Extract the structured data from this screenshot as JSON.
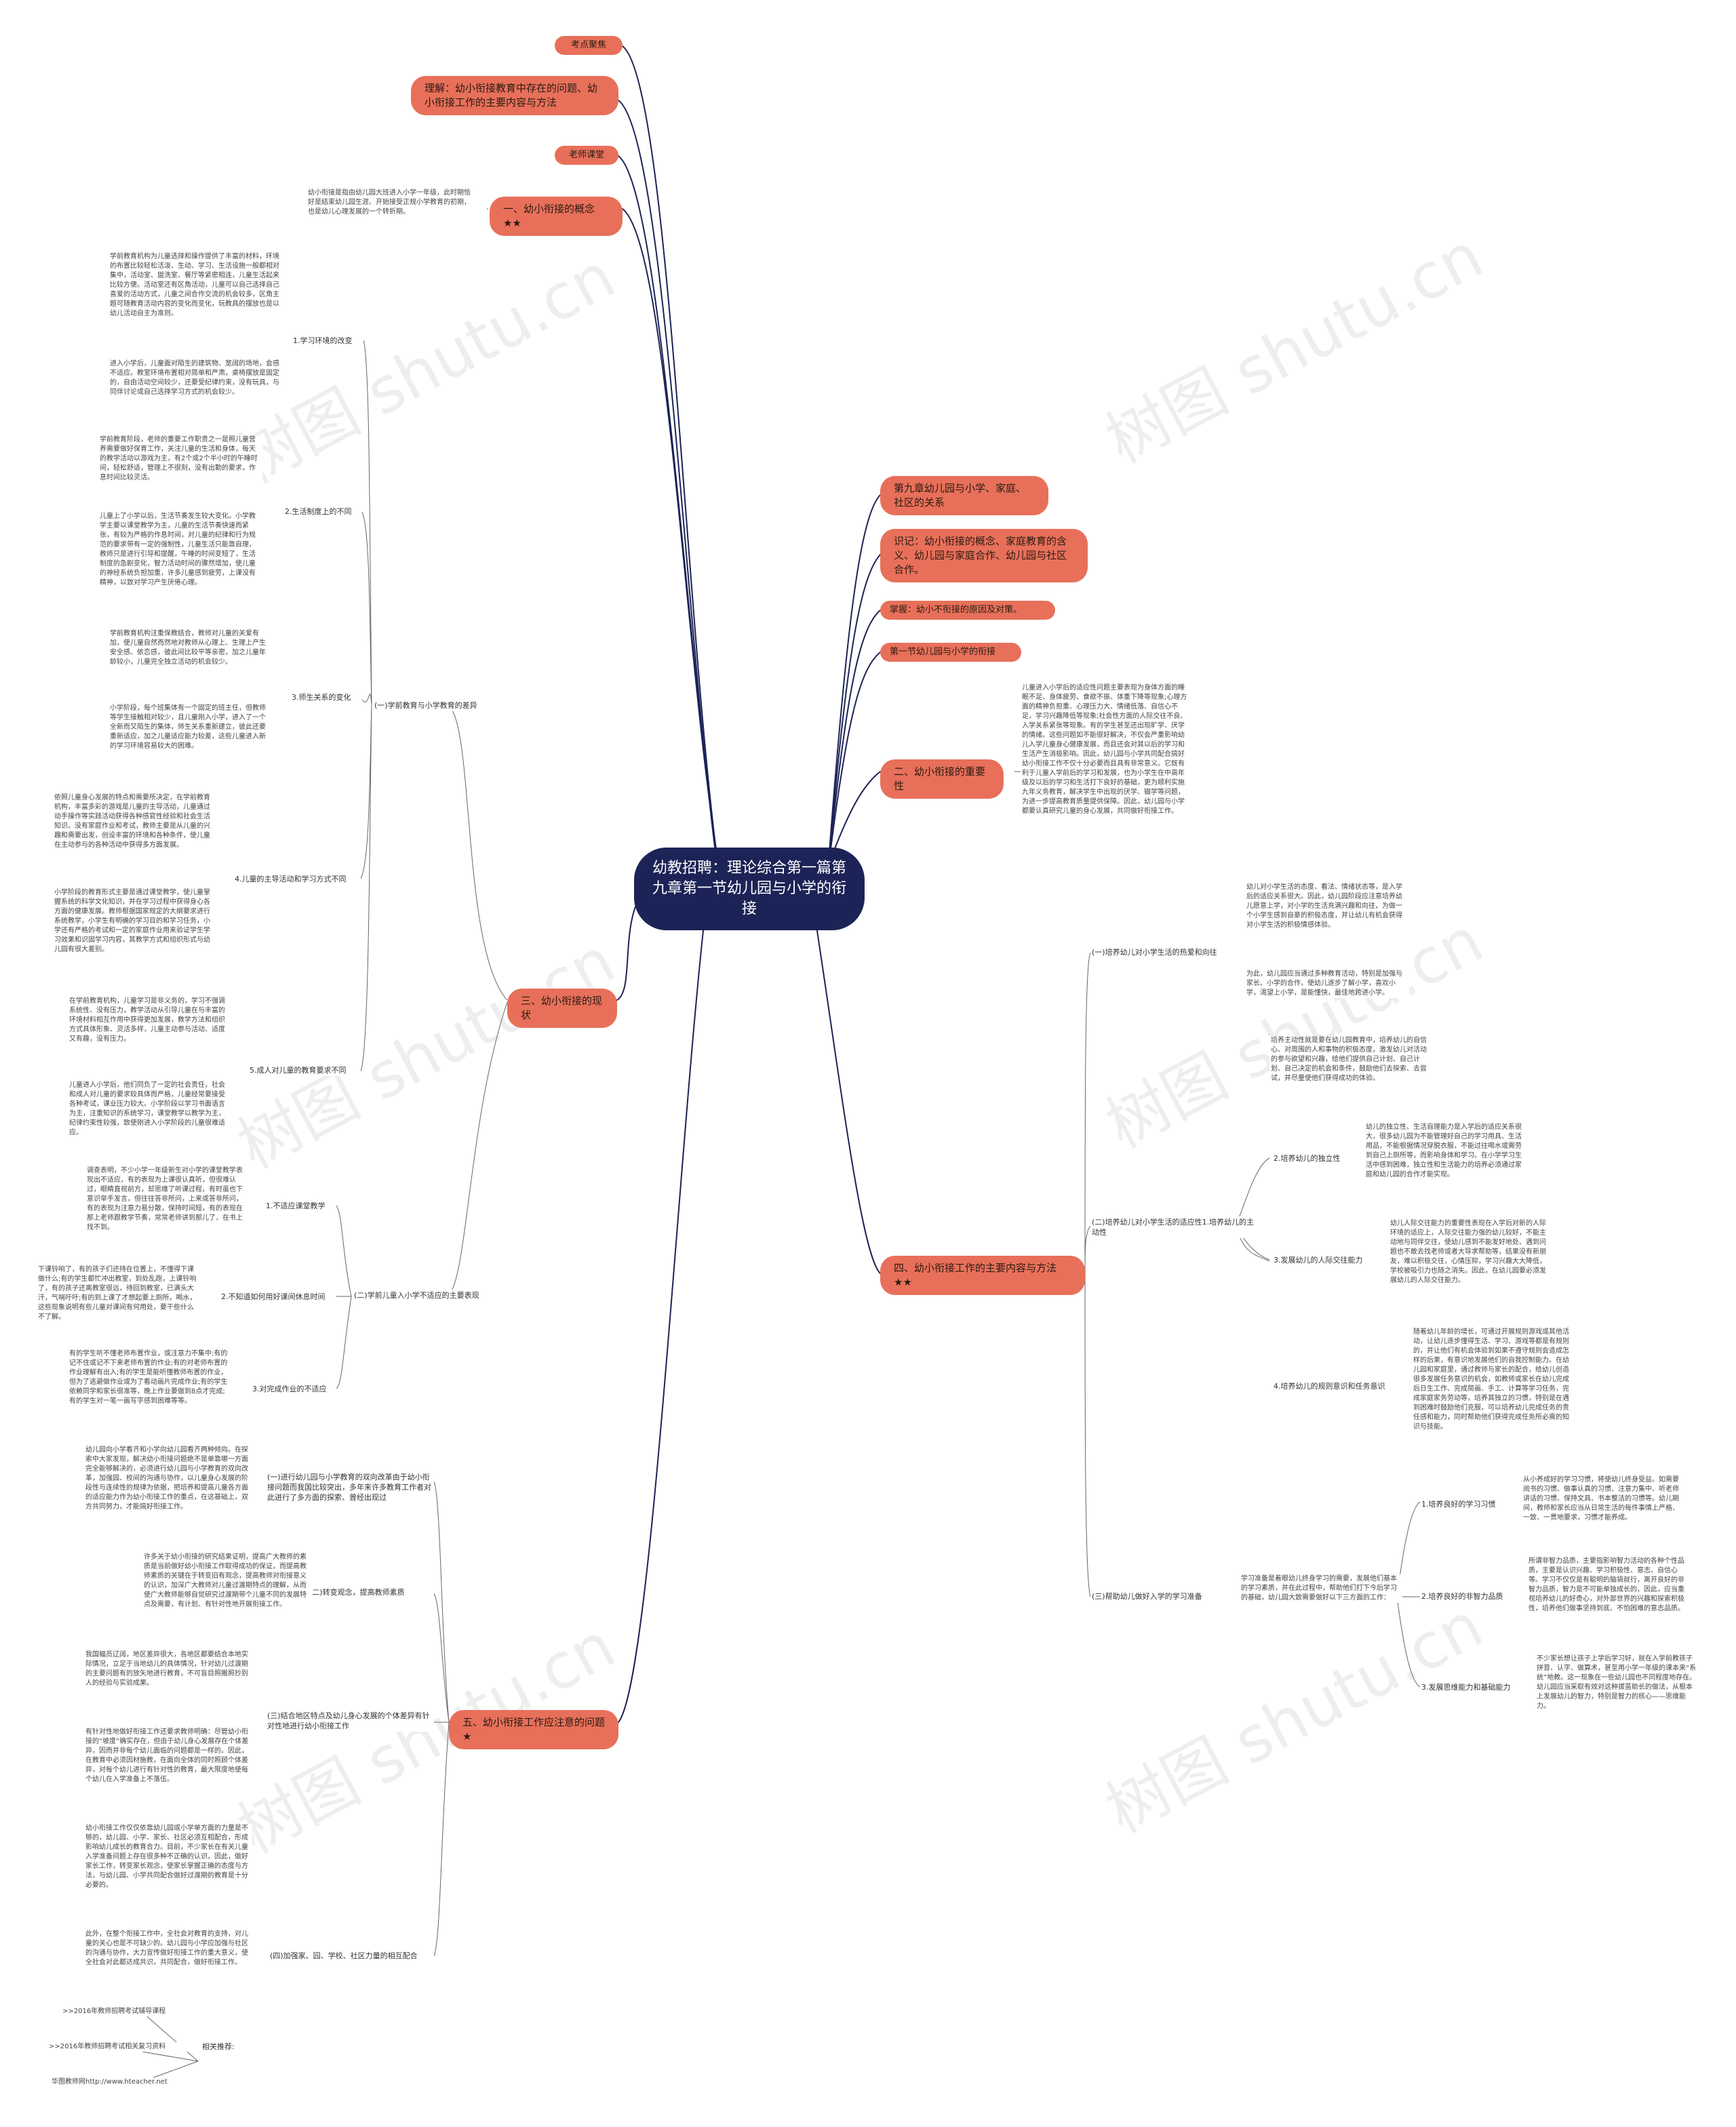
{
  "root": "幼教招聘：理论综合第一篇第九章第一节幼儿园与小学的衔接",
  "watermark": "树图 shutu.cn",
  "colors": {
    "root": "#1c2356",
    "branch": "#e8705a",
    "line": "#1c2356",
    "subline": "#666666"
  },
  "left": {
    "kaodian": "考点聚焦",
    "lijie": "理解：幼小衔接教育中存在的问题、幼小衔接工作的主要内容与方法",
    "ketang": "老师课堂",
    "concept": {
      "title": "一、幼小衔接的概念★★",
      "text": "幼小衔接是指由幼儿园大班进入小学一年级，此时期恰好是结束幼儿园生涯、开始接受正规小学教育的初期，也是幼儿心理发展的一个转折期。"
    },
    "status": {
      "title": "三、幼小衔接的现状",
      "g1": {
        "label": "(一)学前教育与小学教育的差异",
        "items": [
          {
            "label": "1.学习环境的改变",
            "paras": [
              "学前教育机构为儿童选择和操作提供了丰富的材料，环境的布置比较轻松活泼、生动、学习、生活设施一般都相对集中，活动室、盥洗室、餐厅等紧密相连，儿童生活起来比较方便。活动室还有区角活动，儿童可以自己选择自己喜爱的活动方式，儿童之间合作交流的机会较多，区角主题可随教育活动内容的变化而变化，玩教具的摆放也是以幼儿活动自主为准则。",
              "进入小学后，儿童面对陌生的建筑物、宽阔的场地，会感不适应。教室环境布置相对简单和严肃，桌椅摆放是固定的，自由活动空间较少，还要受纪律约束，没有玩具，与同伴讨论或自己选择学习方式的机会较少。"
            ]
          },
          {
            "label": "2.生活制度上的不同",
            "paras": [
              "学前教育阶段，老师的重要工作职责之一是照儿童营养需要做好保育工作，关注儿童的生活和身体，每天的教学活动以游戏为主，有2个或2个半小时的午睡时间，轻松舒适，管理上不很刻，没有出勤的要求，作息时间比较灵活。",
              "儿童上了小学以后，生活节奏发生较大变化。小学教学主要以课堂教学为主，儿童的生活节奏快速而紧张，有较为严格的作息时间，对儿童的纪律和行为规范的要求带有一定的强制性，儿童生活只能靠自理，教师只是进行引导和提醒，午睡的时间变短了，生活制度的急剧变化，智力活动时间的骤然增加，使儿童的神经系统负担加重，许多儿童感到疲劳，上课没有精神，以致对学习产生厌倦心理。"
            ]
          },
          {
            "label": "3.师生关系的变化",
            "paras": [
              "学前教育机构注重保教结合，教师对儿童的关爱有加，使儿童自然而然地对教师从心理上、生理上产生安全感、依恋感，彼此间比较平等亲密，加之儿童年龄较小，儿童完全独立活动的机会较少。",
              "小学阶段，每个班集体有一个固定的班主任，但教师等学生接触相对较少，且儿童刚入小学，进入了一个全新而又陌生的集体，师生关系重新建立，彼此还要重新适应，加之儿童适应能力较差，这些儿童进入新的学习环境容易较大的困难。"
            ]
          },
          {
            "label": "4.儿童的主导活动和学习方式不同",
            "paras": [
              "依照儿童身心发展的特点和需要所决定，在学前教育机构，丰富多彩的游戏是儿童的主导活动，儿童通过动手操作等实践活动获得各种感官性经验和社会生活知识。没有家庭作业和考试，教师主要是从儿童的兴趣和需要出发，创设丰富的环境和各种条件，使儿童在主动参与的各种活动中获得多方面发展。",
              "小学阶段的教育形式主要是通过课堂教学，使儿童掌握系统的科学文化知识，并在学习过程中获得身心各方面的健康发展。教师根据国家规定的大纲要求进行系统教学，小学生有明确的学习目的和学习任务，小学还有严格的考试和一定的家庭作业用来验证学生学习效果和识固学习内容，其教学方式和组织形式与幼儿园有很大差别。"
            ]
          },
          {
            "label": "5.成人对儿童的教育要求不同",
            "paras": [
              "在学前教育机构，儿童学习是非义务的，学习不强调系统性、没有压力，教学活动从引导儿童在与丰富的环境材料相互作用中获得更加发展，教学方法和组织方式具体形象、灵活多样，儿童主动参与活动、适度又有趣，没有压力。",
              "儿童进入小学后，他们同负了一定的社会责任，社会和成人对儿童的要求较具体而严格，儿童经常要接受各种考试，课业压力较大。小学阶段以学习书面语言为主，注重知识的系统学习，课堂教学以教学为主，纪律约束性较强，致使刚进入小学阶段的儿童很难适应。"
            ]
          }
        ]
      },
      "g2": {
        "label": "(二)学前儿童入小学不适应的主要表现",
        "items": [
          {
            "label": "1.不适应课堂教学",
            "paras": [
              "调查表明，不少小学一年级新生对小学的课堂教学表现出不适应，有的表现为上课很认真听，但很难认过，眼睛直视前方，却思维了听课过程，有时虽也下意识举手发言，但往往答非所问，上来或答非所问，有的表现为注意力易分散，保持时间短，有的表现在那上老师跟教学节奏，常常老师讲到那儿了，在书上找不到。"
            ]
          },
          {
            "label": "2.不知道如何用好课间休息时间",
            "paras": [
              "下课铃响了，有的孩子们还持在位置上，不懂得下课做什么;有的学生都忙冲出教室，到处乱跑，上课铃响了，有的孩子还离教室很远，待回到教室，已满头大汗，气喘吁吁;有的到上课了才想起要上厕所，喝水，这些现象说明有些儿童对课间有何用处，要干些什么不了解。"
            ]
          },
          {
            "label": "3.对完成作业的不适应",
            "paras": [
              "有的学生听不懂老师布置作业，或注意力不集中;有的记不住或记不下来老师布置的作业;有的对老师布置的作业理解有出入;有的学生是能听懂教师布置的作业，但为了逃避做作业或为了看动画片完成作业;有的学生依赖同学和家长很准等，晚上作业要做到8点才完成;有的学生对一笔一画写字感到困难等等。"
            ]
          }
        ]
      }
    },
    "attention": {
      "title": "五、幼小衔接工作应注意的问题★",
      "items": [
        {
          "label": "(一)进行幼儿园与小学教育的双向改革由于幼小衔接问题而我国比较突出，多年来许多教育工作者对此进行了多方面的探索、曾经出现过",
          "paras": [
            "幼儿园向小学看齐和小学向幼儿园看齐两种倾向。在探索中大家发现，解决幼小衔接问题绝不是单靠哪一方面完全能够解决的，必须进行幼儿园与小学教育的双向改革，加强园、校间的沟通与协作，以儿童身心发展的阶段性与连续性的规律为依据，把培养和提高儿童各方面的适应能力作为幼小衔接工作的重点，在这基础上，双方共同努力，才能搞好衔接工作。"
          ]
        },
        {
          "label": "(二)转变观念，提高教师素质",
          "paras": [
            "许多关于幼小衔接的研究结果证明，提高广大教师的素质是当前做好幼小衔接工作取得成功的保证，而提高教师素质的关键在于转变旧有观念，提高教师对衔接意义的认识，加深广大教师对儿童过渡期特点的理解，从而使广大教师能够自觉研究过渡期带个儿童不同的发展特点及需要，有计划、有针对性地开展衔接工作。"
          ]
        },
        {
          "label": "(三)结合地区特点及幼儿身心发展的个体差异有针对性地进行幼小衔接工作",
          "paras": [
            "我国幅员辽阔，地区差异很大，各地区都要结合本地实际情况，立足于当地幼儿的具体情况，针对幼儿过渡期的主要问题有的放矢地进行教育，不可盲目照搬照抄别人的经验与实验成果。",
            "有针对性地做好衔接工作还要求教师明确：尽管幼小衔接的“坡度”确实存在，但由于幼儿身心发展存在个体差异，因而并非每个幼儿面临的问题都是一样的。因此，在教育中必须因材施教，在面向全体的同时照顾个体差异，对每个幼儿进行有针对性的教育，最大限度地使每个幼儿在入学准备上不落伍。"
          ]
        },
        {
          "label": "(四)加强家、园、学校、社区力量的相互配合",
          "paras": [
            "幼小衔接工作仅仅依靠幼儿园或小学单方面的力量是不够的，幼儿园、小学、家长、社区必须互相配合，形成影响幼儿成长的教育合力。目前，不少家长在有关儿童入学准备问题上存在很多种不正确的认识，因此，做好家长工作，转变家长观念，使家长掌握正确的态度与方法，与幼儿园、小学共同配合做好过渡期的教育是十分必要的。",
            "此外，在整个衔接工作中，全社会对教育的支持，对儿童的关心也是不可缺少的。幼儿园与小学应加强与社区的沟通与协作，大力宣传做好衔接工作的重大意义，使全社会对此都达成共识，共同配合，做好衔接工作。"
          ]
        }
      ]
    },
    "recommend": {
      "label": "相关推荐:",
      "links": [
        ">>2016年教师招聘考试辅导课程",
        ">>2016年教师招聘考试相关复习资料",
        "华图教师网http://www.hteacher.net"
      ]
    }
  },
  "right": {
    "ch9": "第九章幼儿园与小学、家庭、社区的关系",
    "shiji": "识记：幼小衔接的概念、家庭教育的含义、幼儿园与家庭合作、幼儿园与社区合作。",
    "zhangwo": "掌握：幼小不衔接的原因及对策。",
    "sec1": "第一节幼儿园与小学的衔接",
    "importance": {
      "title": "二、幼小衔接的重要性",
      "text": "儿童进入小学后的适应性问题主要表现为身体方面的睡眠不足、身体疲劳、食欲不振、体重下降等现象;心理方面的精神负担重、心理压力大、情绪低落、自信心不足，学习兴趣降低等现象;社会性方面的人际交往不良、入学关系紧张等现象。有的学生甚至还出现旷学、厌学的情绪。这些问题如不能很好解决，不仅会严重影响幼儿入学儿童身心健康发展，而且还会对其以后的学习和生活产生消极影响。因此，幼儿园与小学共同配合搞好幼小衔接工作不仅十分必要而且具有非常意义。它既有利于儿童入学前后的学习和发展，也为小学生在中高年级及以后的学习和生活打下良好的基础，更为顺利实施九年义务教育，解决学生中出现的厌学、辍学等问题，为进一步提高教育质量提供保障。因此，幼儿园与小学都要认真研究儿童的身心发展，共同做好衔接工作。"
    },
    "content": {
      "title": "四、幼小衔接工作的主要内容与方法★★",
      "groups": [
        {
          "label": "(一)培养幼儿对小学生活的热爱和向往",
          "paras": [
            "幼儿对小学生活的态度、看法、情绪状态等，是入学后的适应关系很大。因此，幼儿园阶段应注意培养幼儿愿意上学，对小学的生活充满兴趣和向往，为做一个小学生感到自豪的积极态度，并让幼儿有机会获得对小学生活的积极情感体验。",
            "为此，幼儿园应当通过多种教育活动，特别是加强与家长、小学的合作，使幼儿逐步了解小学，喜欢小学，渴望上小学，是能懂快，最佳地跨进小学。"
          ]
        },
        {
          "label": "(二)培养幼儿对小学生活的适应性1.培养幼儿的主动性",
          "paras": [
            "培养主动性就是要在幼儿园教育中，培养幼儿的自信心、对周围的人和事物的积极态度，激发幼儿对活动的参与欲望和兴趣，给他们提供自己计划、自己计划、自己决定的机会和条件，鼓励他们去探索、去尝试，并尽量使他们获得成功的体验。"
          ],
          "items": [
            {
              "label": "2.培养幼儿的独立性",
              "paras": [
                "幼儿的独立性、生活自理能力是入学后的适应关系很大，很多幼儿园为不能管理好自己的学习用具、生活用品，不能根据情况穿脱衣服，不能过往喝水或需劳到自己上厕所等，而影响身体和学习。在小学学习生活中感到困难，独立性和生活能力的培养必须通过家庭和幼儿园的合作才能实现。"
              ]
            },
            {
              "label": "3.发展幼儿的人际交往能力",
              "paras": [
                "幼儿人际交往能力的重要性表现在入学后对新的人际环境的适应上，人际交往能力强的幼儿较好，不能主动地与同伴交往，使幼儿感到不能发好地处、遇到问题也不敢去找老师或者大导求帮助等，结果没有新朋友，难以积极交往，心情压抑，学习兴趣大大降低，学校被吸引力也随之消失。因此，在幼儿园要必须发展幼儿的人际交往能力。"
              ]
            },
            {
              "label": "4.培养幼儿的规则意识和任务意识",
              "paras": [
                "随着幼儿年龄的增长，可通过开展规则游戏或其他活动，让幼儿逐步懂得生活、学习、游戏等都是有规则的，并让他们有机会体验到如果不遵守规则会造成怎样的后果，有意识地发展他们的自我控制能力。在幼儿园和家庭里，通过教师与家长的配合，给幼儿创造很多发展任务意识的机会，如教师或家长在幼儿完成后日生工作、完成简画、手工、计算等学习任务，完成家庭家务劳动等，培养其独立的习惯，特别是在遇到困难时鼓励他们克服，可以培养幼儿完成任务的责任感和能力，同时帮助他们获得完成任务所必需的知识与技能。"
              ]
            }
          ]
        },
        {
          "label": "(三)帮助幼儿做好入学的学习准备",
          "paras": [
            "学习准备是着眼幼儿终身学习的需要，发展他们基本的学习素质，并在此过程中，帮助他们打下今后学习的基础，幼儿园大致需要做好以下三方面的工作："
          ],
          "items": [
            {
              "label": "1.培养良好的学习习惯",
              "paras": [
                "从小养成好的学习习惯，将使幼儿终身受益。如需要阅书的习惯、做事认真的习惯、注意力集中、听老师讲话的习惯、保持文具、书本整洁的习惯等。幼儿期间，教师和家长应当从日常生活的每件事情上严格、一致、一贯地要求，习惯才能养成。"
              ]
            },
            {
              "label": "2.培养良好的非智力品质",
              "paras": [
                "所谓非智力品质，主要指影响智力活动的各种个性品质，主要是认识兴趣、学习积极性、意志、自信心等。学习不仅仅是有聪明的脑袋就行，离开良好的非智力品质，智力是不可能单独成长的，因此，应当重视培养幼儿的好奇心，对外部世界的兴趣和探索积极性，培养他们做事坚持到底、不怕困难的意志品质。"
              ]
            },
            {
              "label": "3.发展思维能力和基础能力",
              "paras": [
                "不少家长想让孩子上学后学习好，就在入学前教孩子拼音、认字、做算术，甚至用小学一年级的课本来“系统”地教。这一现象在一些幼儿园也不同程度地存在。幼儿园应当采取有效对这种拔苗助长的做法，从根本上发展幼儿的智力，特别是智力的核心——思维能力。"
              ]
            }
          ]
        }
      ]
    }
  }
}
